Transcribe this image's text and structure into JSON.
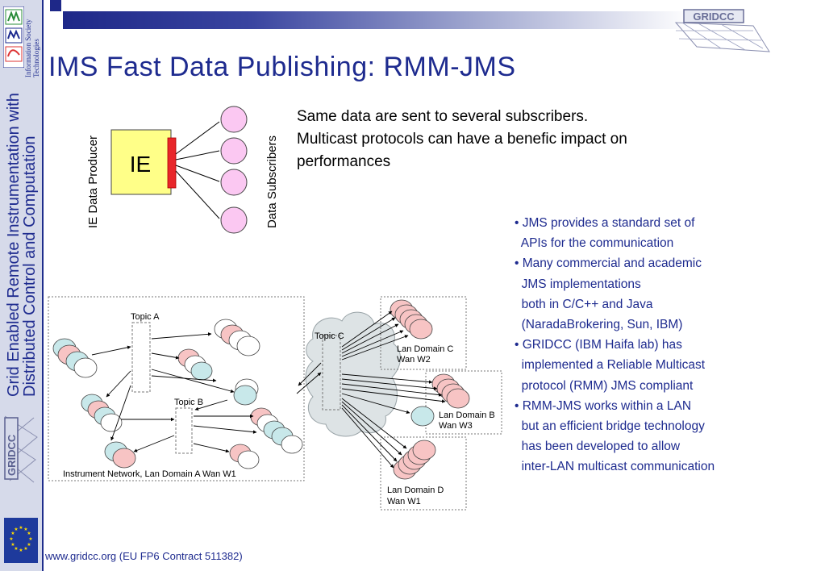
{
  "slide": {
    "title": "IMS Fast Data Publishing: RMM-JMS",
    "footer": "www.gridcc.org (EU FP6 Contract 511382)",
    "side_title_line1": "Grid Enabled Remote Instrumentation with",
    "side_title_line2": "Distributed Control and Computation",
    "ist_line1": "Information Society",
    "ist_line2": "Technologies",
    "logo_text": "GRIDCC",
    "side_logo_text": "GRIDCC"
  },
  "intro": [
    "Same data are sent to several subscribers.",
    "Multicast protocols can have a benefic impact on",
    "performances"
  ],
  "bullets": [
    "• JMS provides a standard set of",
    "  APIs for the communication",
    "• Many commercial and academic",
    "  JMS implementations",
    "  both in C/C++ and Java",
    "  (NaradaBrokering, Sun, IBM)",
    "• GRIDCC (IBM Haifa lab) has",
    "  implemented a Reliable Multicast",
    "  protocol (RMM) JMS compliant",
    "• RMM-JMS works within a LAN",
    "  but an efficient bridge technology",
    "  has been developed to allow",
    "  inter-LAN multicast communication"
  ],
  "top_diagram": {
    "producer_box": "IE",
    "producer_label": "IE Data Producer",
    "subscribers_label": "Data Subscribers"
  },
  "bottom_diagram": {
    "topic_a": "Topic A",
    "topic_b": "Topic B",
    "topic_c": "Topic C",
    "domain_a": "Instrument Network, Lan Domain A Wan W1",
    "domain_c_1": "Lan Domain C",
    "domain_c_2": "Wan W2",
    "domain_b_1": "Lan Domain B",
    "domain_b_2": "Wan W3",
    "domain_d_1": "Lan Domain D",
    "domain_d_2": "Wan W1"
  },
  "colors": {
    "brand_blue": "#1e2b8f",
    "subscriber_fill": "#fbc8f2",
    "ie_fill": "#ffff88",
    "ie_bar": "#e8262a",
    "node_pink": "#f7c4c4",
    "node_teal": "#c8e8ea"
  }
}
